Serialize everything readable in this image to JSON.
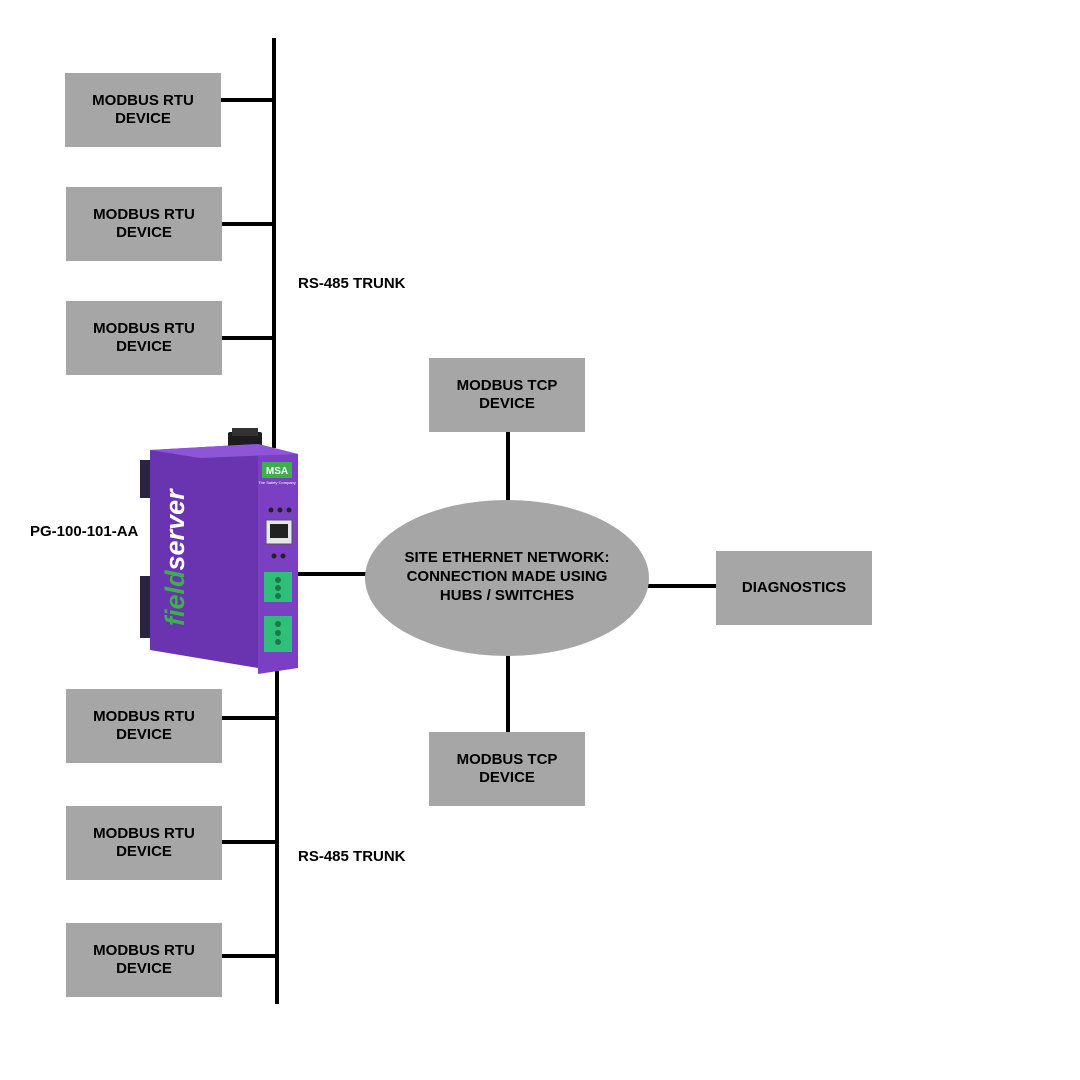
{
  "trunk_top_label": "RS-485 TRUNK",
  "trunk_bottom_label": "RS-485 TRUNK",
  "gateway": {
    "model_label": "PG-100-101-AA",
    "brand": "fieldserver",
    "brand_prefix": "field",
    "brand_suffix": "server",
    "maker_logo": "MSA",
    "maker_tagline": "The Safety Company",
    "colors": {
      "body": "#7b3fc4",
      "brand_green": "#3cb04a",
      "terminal_green": "#2fbf7a"
    }
  },
  "rtu_devices_top": [
    {
      "line1": "MODBUS RTU",
      "line2": "DEVICE"
    },
    {
      "line1": "MODBUS RTU",
      "line2": "DEVICE"
    },
    {
      "line1": "MODBUS RTU",
      "line2": "DEVICE"
    }
  ],
  "rtu_devices_bottom": [
    {
      "line1": "MODBUS RTU",
      "line2": "DEVICE"
    },
    {
      "line1": "MODBUS RTU",
      "line2": "DEVICE"
    },
    {
      "line1": "MODBUS RTU",
      "line2": "DEVICE"
    }
  ],
  "tcp_devices": [
    {
      "line1": "MODBUS TCP",
      "line2": "DEVICE"
    },
    {
      "line1": "MODBUS TCP",
      "line2": "DEVICE"
    }
  ],
  "network": {
    "line1": "SITE ETHERNET NETWORK:",
    "line2": "CONNECTION MADE USING",
    "line3": "HUBS / SWITCHES"
  },
  "diagnostics_label": "DIAGNOSTICS",
  "colors": {
    "box_fill": "#a6a6a6",
    "ellipse_fill": "#a6a6a6",
    "wire": "#000000"
  }
}
